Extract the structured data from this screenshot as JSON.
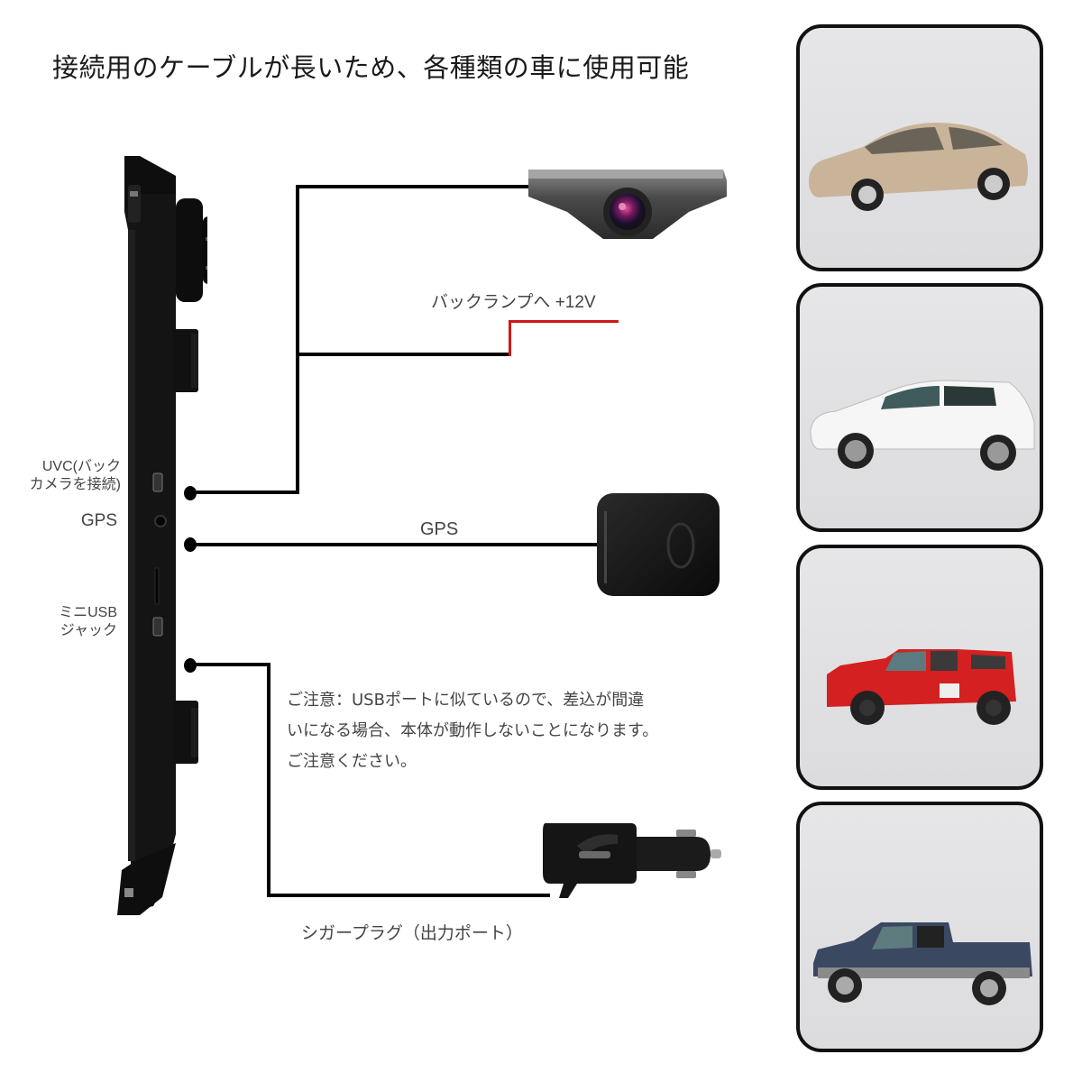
{
  "title": "接続用のケーブルが長いため、各種類の車に使用可能",
  "device": {
    "name": "mirror-monitor-side-view",
    "ports": [
      {
        "id": "uvc",
        "label_line1": "UVC(バック",
        "label_line2": "カメラを接続)"
      },
      {
        "id": "gps",
        "label": "GPS"
      },
      {
        "id": "mini-usb",
        "label_line1": "ミニUSB",
        "label_line2": "ジャック"
      }
    ]
  },
  "connections": {
    "backup_camera": {
      "power_label": "バックランプへ +12V",
      "wire_color": "#d01818"
    },
    "gps_antenna": {
      "label": "GPS"
    },
    "cigar_plug": {
      "label": "シガープラグ（出力ポート）"
    }
  },
  "note": {
    "line1": "ご注意：USBポートに似ているので、差込が間違",
    "line2": "いになる場合、本体が動作しないことになります。",
    "line3": "ご注意ください。"
  },
  "vehicles": [
    {
      "type": "sedan",
      "color": "#c9b49a"
    },
    {
      "type": "suv",
      "color": "#f4f4f4"
    },
    {
      "type": "pickup-red",
      "color": "#d42020"
    },
    {
      "type": "pickup-blue",
      "color": "#3a4862"
    }
  ]
}
